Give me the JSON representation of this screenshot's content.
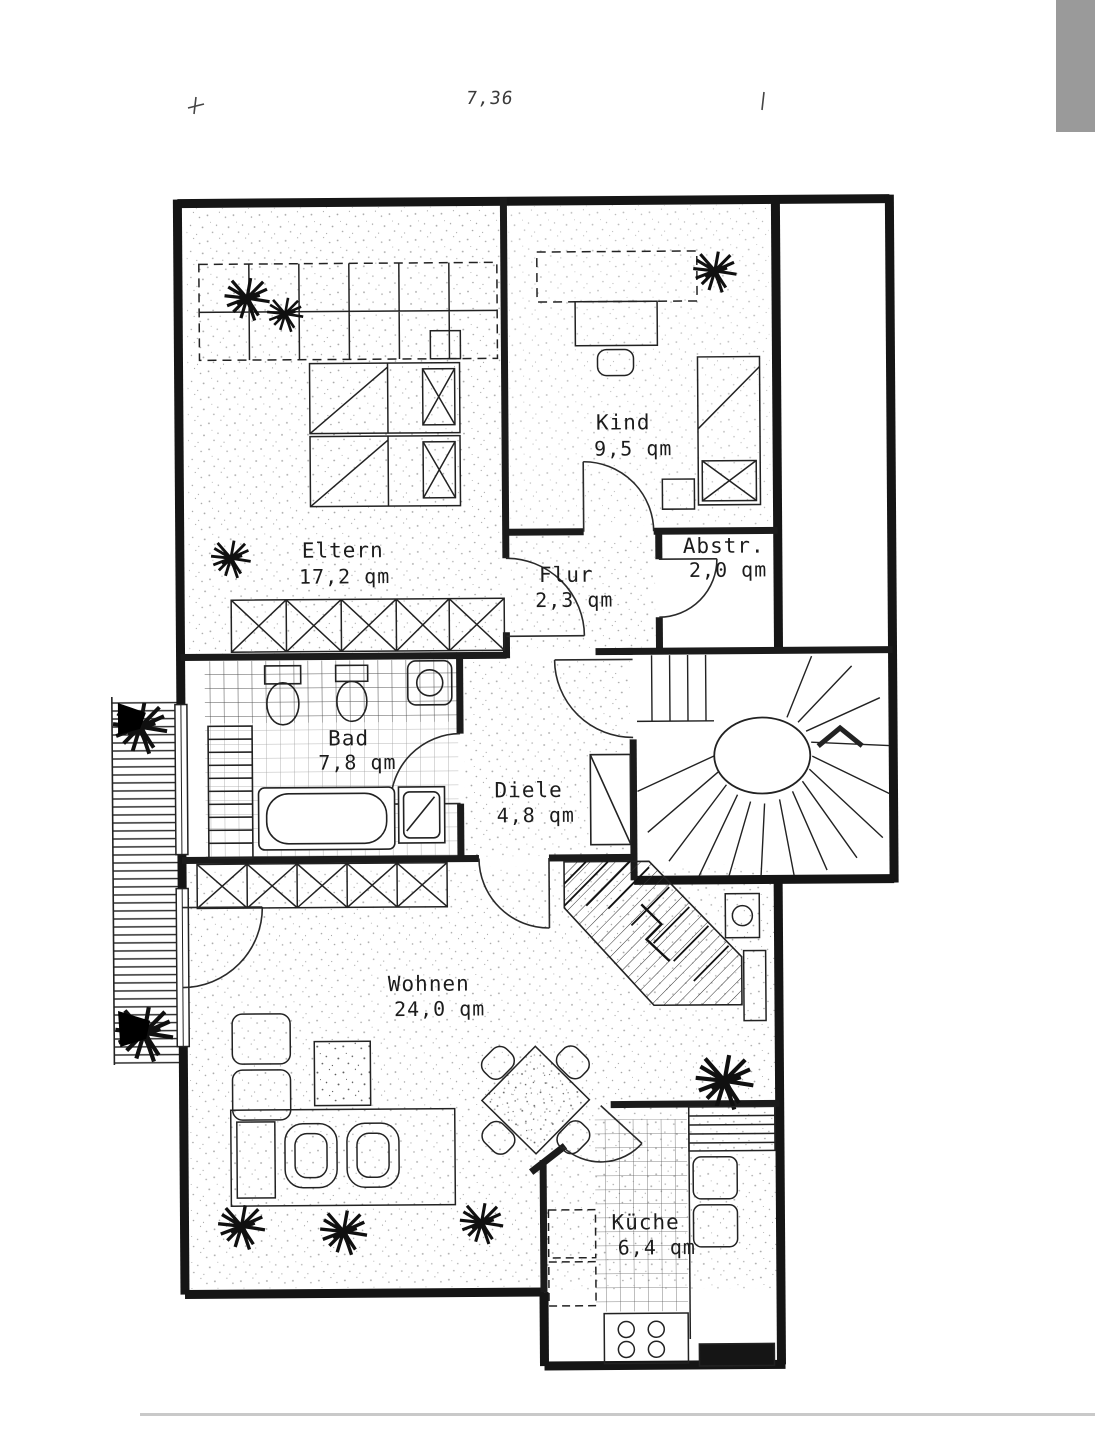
{
  "page": {
    "paper_color": "#ffffff",
    "ink_color": "#1a1a1a",
    "artifact_gray": "#9a9a9a"
  },
  "dimension": {
    "top_width_label": "7,36"
  },
  "rooms": [
    {
      "id": "eltern",
      "name": "Eltern",
      "area": "17,2 qm"
    },
    {
      "id": "kind",
      "name": "Kind",
      "area": "9,5 qm"
    },
    {
      "id": "flur",
      "name": "Flur",
      "area": "2,3 qm"
    },
    {
      "id": "abstr",
      "name": "Abstr.",
      "area": "2,0 qm"
    },
    {
      "id": "bad",
      "name": "Bad",
      "area": "7,8 qm"
    },
    {
      "id": "diele",
      "name": "Diele",
      "area": "4,8 qm"
    },
    {
      "id": "wohnen",
      "name": "Wohnen",
      "area": "24,0 qm"
    },
    {
      "id": "kueche",
      "name": "Küche",
      "area": "6,4 qm"
    }
  ]
}
